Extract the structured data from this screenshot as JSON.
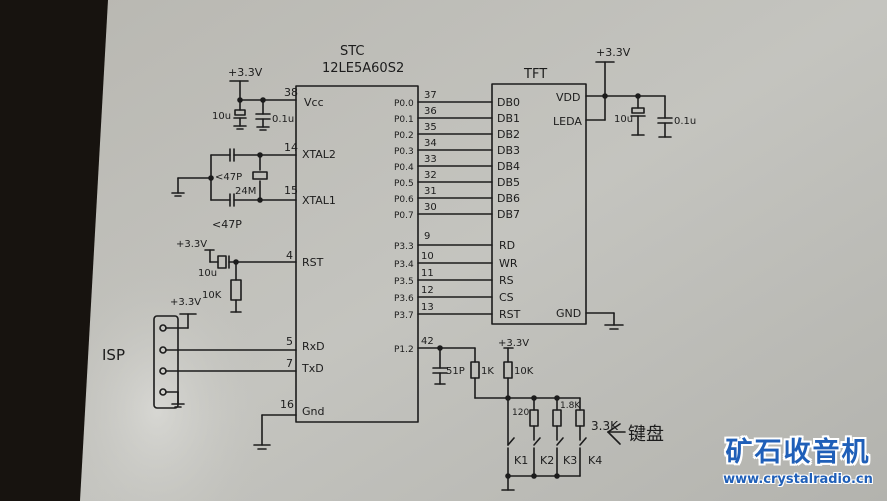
{
  "mcu": {
    "vendor": "STC",
    "part": "12LE5A60S2",
    "pins_left": [
      {
        "num": "38",
        "name": "Vcc"
      },
      {
        "num": "14",
        "name": "XTAL2"
      },
      {
        "num": "15",
        "name": "XTAL1"
      },
      {
        "num": "4",
        "name": "RST"
      },
      {
        "num": "5",
        "name": "RxD"
      },
      {
        "num": "7",
        "name": "TxD"
      },
      {
        "num": "16",
        "name": "Gnd"
      }
    ],
    "pins_right": [
      {
        "port": "P0.0",
        "num": "37"
      },
      {
        "port": "P0.1",
        "num": "36"
      },
      {
        "port": "P0.2",
        "num": "35"
      },
      {
        "port": "P0.3",
        "num": "34"
      },
      {
        "port": "P0.4",
        "num": "33"
      },
      {
        "port": "P0.5",
        "num": "32"
      },
      {
        "port": "P0.6",
        "num": "31"
      },
      {
        "port": "P0.7",
        "num": "30"
      },
      {
        "port": "P3.3",
        "num": "9"
      },
      {
        "port": "P3.4",
        "num": "10"
      },
      {
        "port": "P3.5",
        "num": "11"
      },
      {
        "port": "P3.6",
        "num": "12"
      },
      {
        "port": "P3.7",
        "num": "13"
      },
      {
        "port": "P1.2",
        "num": "42"
      }
    ]
  },
  "tft": {
    "title": "TFT",
    "pins_left": [
      "DB0",
      "DB1",
      "DB2",
      "DB3",
      "DB4",
      "DB5",
      "DB6",
      "DB7",
      "RD",
      "WR",
      "RS",
      "CS",
      "RST"
    ],
    "pins_right": [
      "VDD",
      "LEDA",
      "GND"
    ]
  },
  "labels": {
    "supply": "+3.3V",
    "vcc_cap_elec": "10u",
    "vcc_cap_cer": "0.1u",
    "xtal_cap_top": "<47P",
    "xtal_cap_bottom": "<47P",
    "crystal": "24M",
    "rst_cap": "10u",
    "rst_res": "10K",
    "isp": "ISP",
    "tft_cap_elec": "10u",
    "tft_cap_cer": "0.1u",
    "key_cap": "51P",
    "key_res_1k": "1K",
    "key_pullup": "10K",
    "r_120": "120",
    "r_1_8k": "1.8K",
    "r_3_3k": "3.3K",
    "keys": [
      "K1",
      "K2",
      "K3",
      "K4"
    ],
    "keyboard_note": "键盘"
  },
  "watermark": {
    "title": "矿石收音机",
    "url": "www.crystalradio.cn"
  }
}
